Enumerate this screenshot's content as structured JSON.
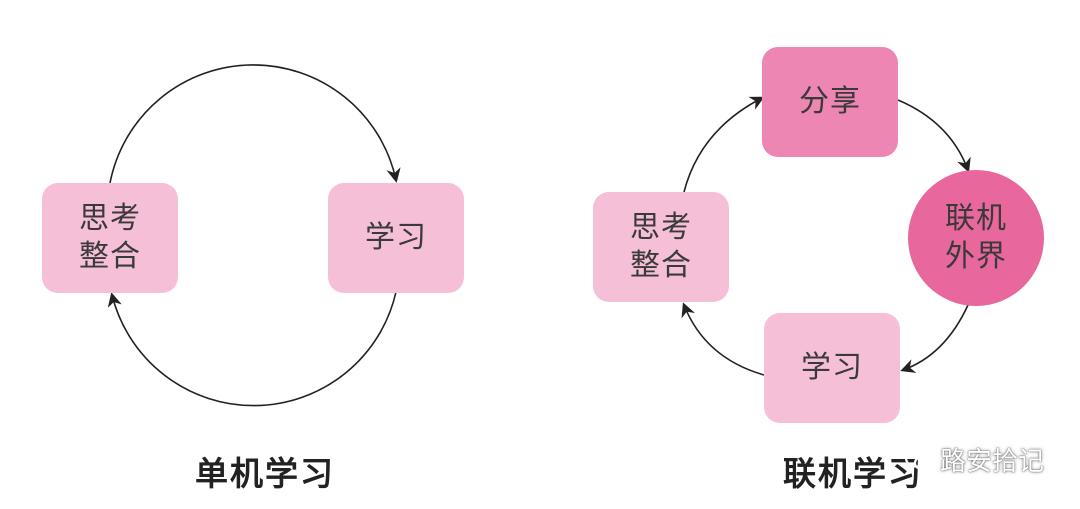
{
  "left_diagram": {
    "think": [
      "思考",
      "整合"
    ],
    "learn": [
      "学习"
    ],
    "caption": "单机学习"
  },
  "right_diagram": {
    "share": [
      "分享"
    ],
    "connect": [
      "联机",
      "外界"
    ],
    "learn": [
      "学习"
    ],
    "think": [
      "思考",
      "整合"
    ],
    "caption": "联机学习"
  },
  "watermark": {
    "text": "路安拾记",
    "icon": "wechat-icon"
  },
  "colors": {
    "light_pink": "#f6bfd8",
    "mid_pink": "#ee86b4",
    "deep_pink": "#e8689e",
    "arrow": "#222222"
  }
}
